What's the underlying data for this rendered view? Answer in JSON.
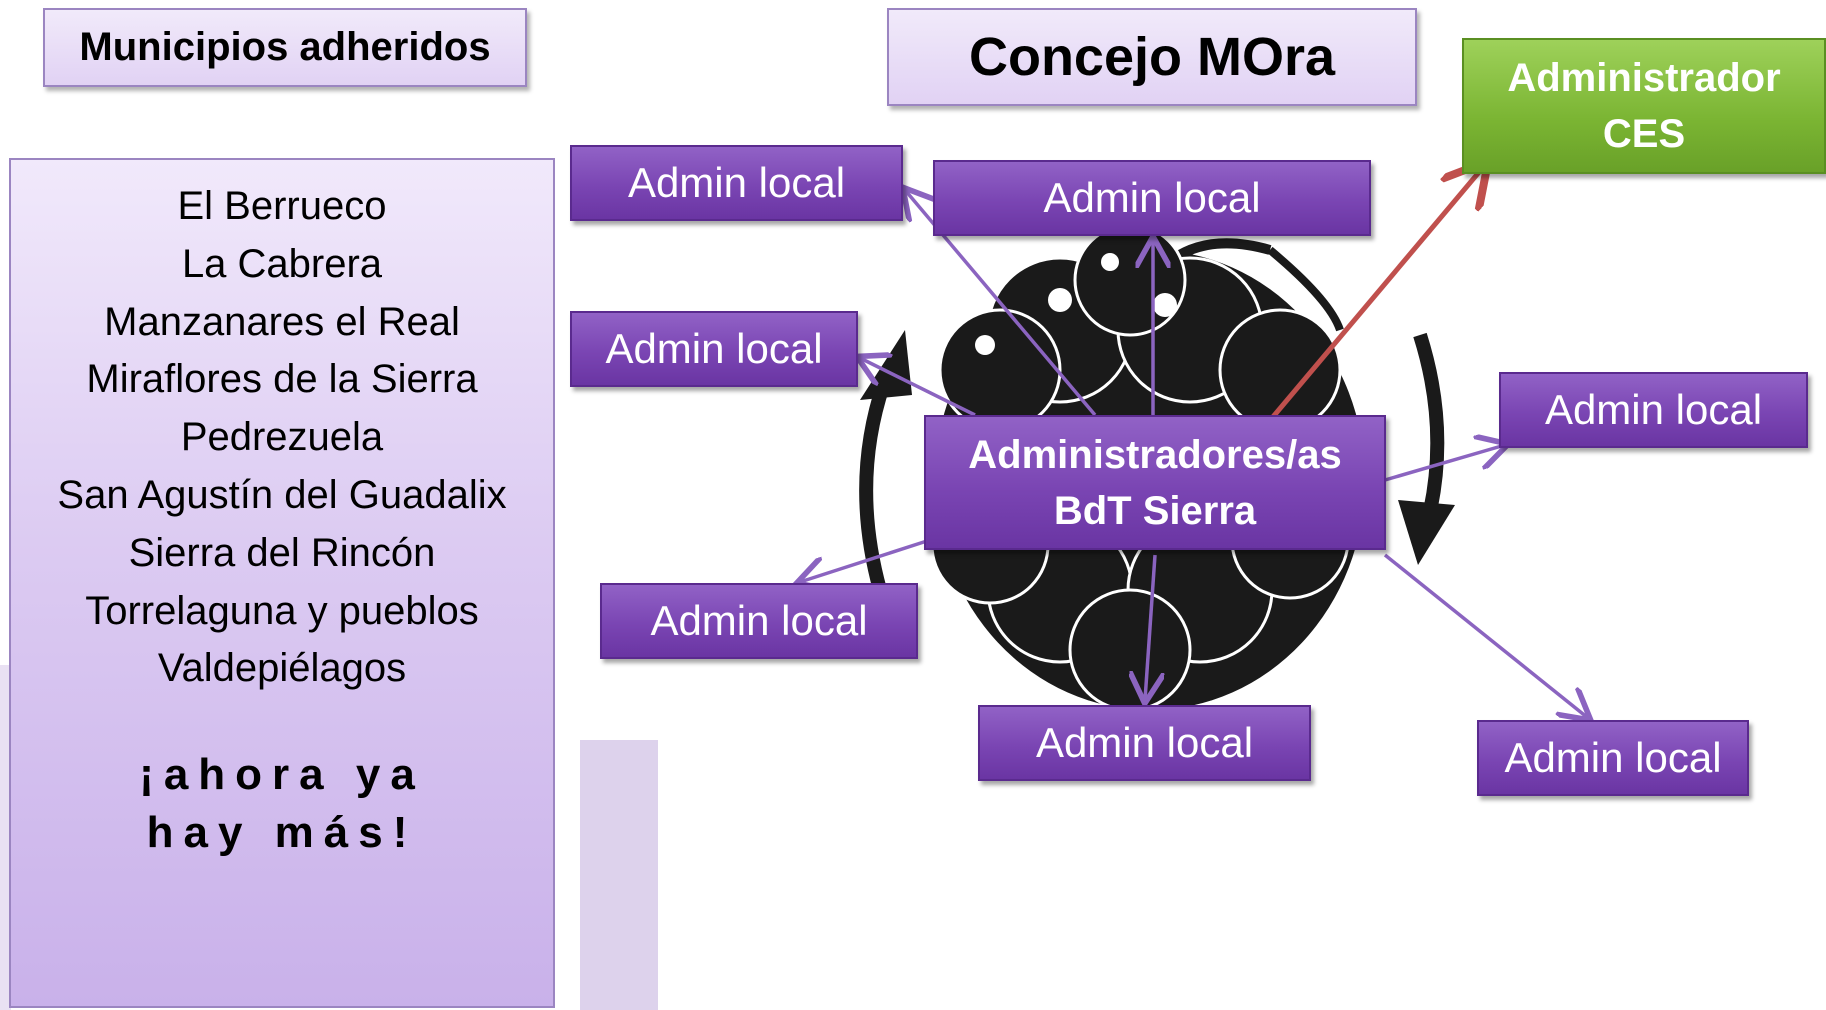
{
  "header": {
    "municipios_title": "Municipios adheridos",
    "concejo_title": "Concejo MOra",
    "administrador_ces": "Administrador CES"
  },
  "municipios": [
    "El Berrueco",
    "La Cabrera",
    "Manzanares el Real",
    "Miraflores de la Sierra",
    "Pedrezuela",
    "San Agustín del Guadalix",
    "Sierra del Rincón",
    "Torrelaguna y pueblos",
    "Valdepiélagos"
  ],
  "slogan": {
    "line1": "¡ahora ya",
    "line2": "hay más!"
  },
  "center": {
    "line1": "Administradores/as",
    "line2": "BdT Sierra"
  },
  "admin_local_label": "Admin local",
  "colors": {
    "purple": "#7a45b3",
    "lilac": "#e6dbf5",
    "green": "#7bb533",
    "arrow_purple": "#8b64c0",
    "arrow_red": "#c0504d",
    "blackberry": "#1a1a1a"
  },
  "icons": {
    "blackberry": "blackberry-icon",
    "cycle_arrows": "cycle-arrows-icon"
  }
}
